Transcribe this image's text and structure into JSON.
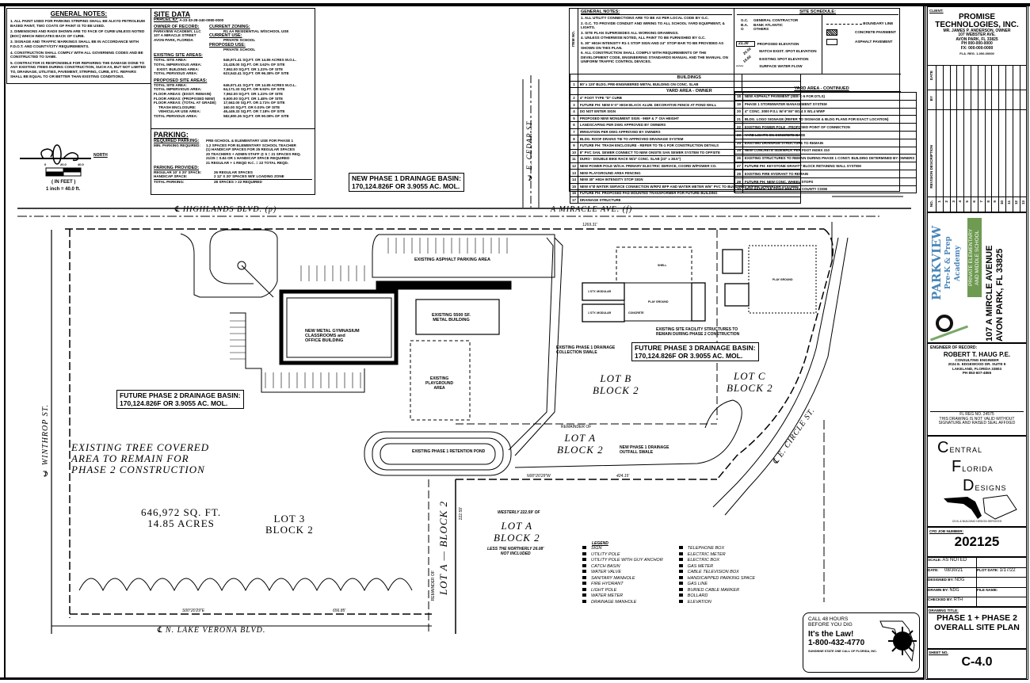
{
  "general_notes": {
    "title": "GENERAL NOTES:",
    "items": [
      "1. ALL PAINT USED FOR PARKING STRIPING SHALL BE ALKYD PETROLEUM BASED PAINT, TWO COATS OF PAINT IS TO BE USED.",
      "2. DIMENSIONS AND RADII SHOWN ARE TO FACE OF CURB UNLESS NOTED (BOC) WHICH INDICATES BACK OF CURB.",
      "3. SIGNAGE AND TRAFFIC MARKINGS SHALL BE IN ACCORDANCE WITH F.D.O.T. AND COUNTY/CITY REQUIREMENTS.",
      "4. CONSTRUCTION SHALL COMPLY WITH ALL GOVERNING CODES AND BE CONSTRUCTED TO SAME.",
      "5. CONTRACTOR IS RESPONSIBLE FOR REPAIRING THE DAMAGE DONE TO ANY EXISTING ITEMS DURING CONSTRUCTION, SUCH AS, BUT NOT LIMITED TO, DRAINAGE, UTILITIES, PAVEMENT, STRIPING, CURB, ETC. REPAIRS SHALL BE EQUAL TO OR BETTER THAN EXISTING CONDITIONS."
    ]
  },
  "site_data": {
    "title": "SITE DATA",
    "parcel_label": "PARCEL ID:",
    "parcel_id": "A-23-33-28-340-0080-0000",
    "owner_label": "OWNER OF RECORD:",
    "owner_lines": [
      "PARKVIEW ACADEMY, LLC",
      "107 A MIRACLE STREET",
      "AVON PARK, FLORIDA"
    ],
    "zoning_label": "CURRENT ZONING:",
    "zoning": "R1 AA RESIDENTIAL W/SCHOOL USE",
    "current_use_label": "CURRENT USE:",
    "current_use": "PRIVATE SCHOOL",
    "proposed_use_label": "PROPOSED USE:",
    "proposed_use": "PRIVATE SCHOOL",
    "existing_title": "EXISTING SITE AREAS:",
    "existing": [
      [
        "TOTAL SITE AREA:",
        "646,971.41 SQ.FT. OR 14.85 ACRES M.O.L."
      ],
      [
        "TOTAL IMPERVIOUS AREA:",
        "23,428.00 SQ.FT. OR 3.62% OF SITE"
      ],
      [
        "EXIST. BUILDING AREA:",
        "7,962.00 SQ.FT. OR 1.23% OF SITE"
      ],
      [
        "TOTAL PERVIOUS AREA:",
        "623,543.41 SQ.FT. OR 96.38% OF SITE"
      ]
    ],
    "proposed_title": "PROPOSED SITE AREAS:",
    "proposed": [
      [
        "TOTAL SITE AREA:",
        "646,971.41 SQ.FT. OR 14.85 ACRES M.O.L."
      ],
      [
        "TOTAL IMPERVIOUS AREA:",
        "64,171.33 SQ.FT. OR 9.92% OF SITE"
      ],
      [
        "FLOOR AREAS: (EXIST. REMAIN)",
        "7,962.00 SQ.FT. OR 1.23% OF SITE"
      ],
      [
        "FLOOR AREAS: (PROPOSED NEW)",
        "9,600.00 SQ.FT. OR 1.48% OF SITE"
      ],
      [
        "FLOOR AREAS: (TOTAL AT GRADE)",
        "17,562.00 SQ.FT. OR 2.71% OF SITE"
      ],
      [
        "TRASH ENCLOSURE:",
        "160.00 SQ.FT. OR 0.03% OF SITE"
      ],
      [
        "VEHICULAR USE AREA:",
        "46,449.33 SQ.FT. OR 7.18% OF SITE"
      ],
      [
        "TOTAL PERVIOUS AREA:",
        "582,800.26 SQ.FT. OR 90.08% OF SITE"
      ]
    ]
  },
  "parking": {
    "title": "PARKING:",
    "required_title": "REQUIRED PARKING:",
    "min_label": "MIN. PARKING REQUIRED:",
    "required_lines": [
      "PRE-SCHOOL & ELEMENTARY USE FOR PHASE 1",
      "1.2 SPACES FOR ELEMENTARY SCHOOL TEACHER",
      "(1) HANDICAP SPACES FOR 25 REGULAR SPACES",
      "20 TEACHERS + ADMIN STAFF @ 5 = 21 SPACES REQ.",
      "21/25 = 0.84 OR 1 HANDICAP SPACE REQUIRED",
      "21 REGULAR + 1 REQD H.C. = 22 TOTAL REQD."
    ],
    "provided_title": "PARKING PROVIDED:",
    "provided": [
      [
        "REGULAR 10' X 20' SPACE:",
        "26 REGULAR SPACES"
      ],
      [
        "HANDICAP SPACE:",
        "2 12' X 20' SPACES W/5' LOADING ZONE"
      ],
      [
        "TOTAL PARKING:",
        "28 SPACES > 22 REQUIRED"
      ]
    ]
  },
  "north_arrow": {
    "label": "NORTH",
    "scale_ticks": [
      "0",
      "20.0",
      "40.0"
    ],
    "units": "( IN FEET )",
    "scale": "1 inch = 40.0 ft."
  },
  "right_notes": {
    "item_no": "ITEM NO.",
    "title": "GENERAL NOTES:",
    "items": [
      "1. ALL UTILITY CONNECTIONS ARE TO BE AS PER LOCAL CODE BY G.C.",
      "2. G.C. TO PROVIDE CONDUIT AND WIRING TO ALL SCHOOL YARD EQUIPMENT, & LIGHTS.",
      "3. SITE PLAN SUPERSEDES ALL WORKING DRAWINGS.",
      "4. UNLESS OTHERWISE NOTED, ALL PAINT TO BE FURNISHED BY G.C.",
      "5. 30\" HIGH INTENSITY R1-1 STOP SIGN AND 24\" STOP BAR TO BE PROVIDED AS SHOWN ON THIS PLAN.",
      "6. ALL CONSTRUCTION SHALL COMPLY WITH REQUIREMENTS OF THE DEVELOPMENT CODE, ENGINEERING STANDARDS MANUAL AND THE MANUAL ON UNIFORM TRAFFIC CONTROL DEVICES."
    ],
    "buildings_title": "BUILDINGS",
    "buildings": [
      [
        "1",
        "80' x 120' BLDG. PRE-ENGINEERED METAL BUILDING ON CONC. SLAB"
      ]
    ],
    "yard_title": "YARD AREA - OWNER",
    "yard": [
      [
        "2",
        "4\" FOOT TYPE \"D\" CURB"
      ],
      [
        "3",
        "FUTURE PH: NEW 6'-0\" HIGH BLACK ALUM. DECORATIVE FENCE AT POND WALL"
      ],
      [
        "4",
        "DO NOT ENTER SIGN"
      ],
      [
        "5",
        "PROPOSED NEW MONUMENT SIGN - 965F & 7' O/A HEIGHT"
      ],
      [
        "6",
        "LANDSCAPING PER DWG APPROVED BY OWNERS"
      ],
      [
        "7",
        "IRRIGATION PER DWG APPROVED BY OWNERS"
      ],
      [
        "8",
        "BLDG. ROOF DRAINS TIE TO APPROVED DRAINAGE SYSTEM"
      ],
      [
        "9",
        "FUTURE PH: TRASH ENCLOSURE - REFER TO TE-1 FOR CONSTRUCTION DETAILS"
      ],
      [
        "10",
        "8\" PVC SAN. SEWER CONNECT TO NEW ONSITE SAN SEWER SYSTEM TO OFFSITE"
      ],
      [
        "11",
        "DURO - DOUBLE BIKE RACK W/4\" CONC. SLAB (23\" x 38.5\")"
      ],
      [
        "12",
        "NEW POWER POLE W/O.H. PRIMARY ELECTRIC SERVICE, COORD W/POWER CO."
      ],
      [
        "13",
        "NEW PLAYGROUND AREA FENCING"
      ],
      [
        "14",
        "NEW 30\" HIGH INTENSITY STOP SIGN"
      ],
      [
        "15",
        "NEW 6\"Ø WATER SERVICE CONNECTION W/RPZ BFP AND WATER METER W/6\" PVC TO BUILDINGS W/FIRE SPRINKLER SYSTEMS"
      ],
      [
        "16",
        "FUTURE PH: PROPOSED PAD MOUNTED TRANSFORMER FOR FUTURE BUILDING"
      ],
      [
        "17",
        "DRAINAGE STRUCTURE"
      ]
    ],
    "schedule_title": "SITE SCHEDULE:",
    "abbreviations": [
      [
        "G.C.",
        "GENERAL CONTRACTOR"
      ],
      [
        "B.A.",
        "BANK ATLANTIC"
      ],
      [
        "O",
        "OTHERS"
      ]
    ],
    "symbols": [
      [
        "21.30",
        "PROPOSED ELEVATION"
      ],
      [
        "20.50",
        "MATCH EXIST. SPOT ELEVATION"
      ],
      [
        "19.60",
        "EXISTING SPOT ELEVATION"
      ],
      [
        "",
        "SURFACE WATER FLOW"
      ]
    ],
    "lines": [
      "BOUNDARY LINE",
      "CONCRETE PAVEMENT",
      "ASPHALT PAVEMENT"
    ],
    "yard_cont_title": "YARD AREA - CONTINUED",
    "yard_cont": [
      [
        "18",
        "NEW ASPHALT PAVEMENT (SEE C-5 FOR DTLS)"
      ],
      [
        "19",
        "PHASE 1 STORMWATER MANAGEMENT SYSTEM"
      ],
      [
        "20",
        "4\" CONC. 3000 P.S.I. W/ 6\"X6\" W1.4 X W1.4 WWF"
      ],
      [
        "21",
        "BLDG. LOGO SIGNAGE (REFER TO SIGNAGE & BLDG PLANS FOR EXACT LOCATION)"
      ],
      [
        "22",
        "EXISTING POWER POLE - PROPOSED POINT OF CONNECTION"
      ],
      [
        "23",
        "YARD LIGHTS ON CONCRETE BASE"
      ],
      [
        "24",
        "EXISTING DRAINAGE STRUCTURE TO REMAIN"
      ],
      [
        "25",
        "NEW CONCRETE SIDEWALK PER FDOT INDEX 310"
      ],
      [
        "26",
        "EXISTING STRUCTURES TO REMAIN DURING PHASE 1 CONST. BUILDING DETERMINED BY OWNERS"
      ],
      [
        "27",
        "FUTURE PH: KEYSTONE GRAVITY BLOCK RETAINING WALL SYSTEM"
      ],
      [
        "28",
        "EXISTING FIRE HYDRANT TO REMAIN"
      ],
      [
        "29",
        "FUTURE PH: NEW CONC. WHEEL STOPS"
      ],
      [
        "30",
        "NEW HANDICAP SIGNS PER CITY COUNTY CODE"
      ]
    ]
  },
  "plan": {
    "streets": {
      "highlands": "℄ HIGHLANDS BLVD. (p)",
      "miracle": "A MIRACLE AVE. (f)",
      "cedar": "℄ E. CEDAR ST.",
      "winthrop": "℄ WINTHROP ST.",
      "verona": "℄ N. LAKE VERONA BLVD.",
      "circle": "℄ E. CIRCLE ST."
    },
    "callouts": {
      "phase1": [
        "NEW PHASE 1 DRAINAGE BASIN:",
        "170,124.826F OR 3.9055 AC. MOL."
      ],
      "phase2": [
        "FUTURE PHASE 2 DRAINAGE BASIN:",
        "170,124.826F OR 3.9055 AC. MOL."
      ],
      "phase3": [
        "FUTURE PHASE 3 DRAINAGE BASIN:",
        "170,124.826F OR 3.9055 AC. MOL."
      ]
    },
    "labels": {
      "gym": [
        "NEW METAL GYMNASIUM",
        "CLASSROOMS and",
        "OFFICE BUILDING"
      ],
      "metal_bldg": [
        "EXISTING 5500 SF.",
        "METAL BUILDING"
      ],
      "parking": "EXISTING ASPHALT PARKING AREA",
      "playground": [
        "EXISTING",
        "PLAYGROUND",
        "AREA"
      ],
      "structures": [
        "EXISTING SITE FACILITY STRUCTURES TO",
        "REMAIN DURING PHASE 2 CONSTRUCTION"
      ],
      "swale": [
        "EXISTING PHASE 1 DRAINAGE",
        "COLLECTION SWALE"
      ],
      "pond": "EXISTING PHASE 1 RETENTION POND",
      "outfall": [
        "NEW PHASE 1 DRAINAGE",
        "OUTFALL SWALE"
      ],
      "modular1": "1 STY. MODULAR",
      "modular2": "1 STY. MODULAR",
      "playground2": "PLAY GROUND",
      "playground3": "PLAY GROUND",
      "concrete": "CONCRETE",
      "shell": "SHELL",
      "bearing_bottom": "N00°20'29\"W",
      "dist_bottom": "424.15'",
      "bearing_verona": "S00°20'29\"E",
      "dist_verona": "656.85'",
      "dist_top": "1269.31'",
      "lot_a_westerly": "WESTERLY 222.59' OF",
      "lot_a_less": [
        "LESS THE NORTHERLY 26.08'",
        "NOT INCLUDED"
      ],
      "remainder": "REMAINDER OF",
      "dist_block": "222.59'"
    },
    "big": {
      "tree": [
        "EXISTING TREE COVERED",
        "AREA TO REMAIN FOR",
        "PHASE 2 CONSTRUCTION"
      ],
      "area": [
        "646,972 SQ. FT.",
        "14.85 ACRES"
      ],
      "lot3": [
        "LOT 3",
        "BLOCK 2"
      ],
      "lotb": [
        "LOT B",
        "BLOCK 2"
      ],
      "lotc": [
        "LOT C",
        "BLOCK 2"
      ],
      "lota_rem": [
        "LOT A",
        "BLOCK 2"
      ],
      "lota": [
        "LOT A",
        "BLOCK 2"
      ],
      "lota_vert": "LOT A — BLOCK 2"
    }
  },
  "legend": {
    "title": "LEGEND",
    "left": [
      "SIGN",
      "UTILITY POLE",
      "UTILITY POLE WITH GUY ANCHOR",
      "CATCH BASIN",
      "WATER VALVE",
      "SANITARY MANHOLE",
      "FIRE HYDRANT",
      "LIGHT POLE",
      "WATER METER",
      "DRAINAGE MANHOLE"
    ],
    "right": [
      "TELEPHONE BOX",
      "ELECTRIC METER",
      "ELECTRIC BOX",
      "GAS METER",
      "CABLE TELEVISION BOX",
      "HANDICAPPED PARKING SPACE",
      "GAS LINE",
      "BURIED CABLE MARKER",
      "BOLLARD",
      "ELEVATION"
    ]
  },
  "call_box": {
    "line1": "CALL 48 HOURS",
    "line2": "BEFORE YOU DIG",
    "law": "It's the Law!",
    "phone": "1-800-432-4770",
    "footer": "SUNSHINE STATE ONE CALL OF FLORIDA, INC."
  },
  "title_block": {
    "client_label": "CLIENT:",
    "client_name": [
      "PROMISE",
      "TECHNOLOGIES, INC."
    ],
    "client_lines": [
      "MR. JAMES P. ANDERSON, OWNER",
      "107 WEBSTER AVE.",
      "AVON PARK, FL 33825",
      "PH 000-000-0000",
      "FX: 000-000-0000",
      "FLA. REG. 1-000-00000"
    ],
    "rev_headers": [
      "NO.",
      "REVISION DESCRIPTION",
      "BY",
      "DATE"
    ],
    "rev_numbers": [
      "1",
      "2",
      "3",
      "4",
      "5",
      "6",
      "7",
      "8",
      "9",
      "10",
      "11",
      "12",
      "13"
    ],
    "logo_text": [
      "PARKVIEW",
      "Pre-K & Prep",
      "Academy"
    ],
    "logo_sub": [
      "PRIVATE ELEMENTARY",
      "AND MIDDLE SCHOOL"
    ],
    "address": [
      "107 A MIRCLE AVENUE",
      "AVON PARK, FL 33825"
    ],
    "engineer_label": "ENGINEER OF RECORD:",
    "engineer_name": "ROBERT T. HAUG P.E.",
    "engineer_lines": [
      "CONSULTING ENGINEER",
      "2024 E. EDGEWOOD DR. SUITE 9",
      "LAKELAND, FLORIDA 33803",
      "PH 863-607-4865"
    ],
    "reg": [
      "FL REG NO. 24575",
      "THIS DRAWING IS NOT VALID WITHOUT",
      "SIGNATURE AND RAISED SEAL AFFIXED"
    ],
    "cfd": [
      "C",
      "ENTRAL",
      "F",
      "LORIDA",
      "D",
      "ESIGNS"
    ],
    "cfd_small": [
      "CIVIL & BUILDING DESIGN SERVICES"
    ],
    "job_label": "CFD JOB NUMBER:",
    "job": "202125",
    "scale_label": "SCALE:",
    "scale": "AS NOTED",
    "date_label": "DATE:",
    "date": "08/30/21",
    "plot_label": "PLOT DATE:",
    "plot": "1/17/22",
    "designed_label": "DESIGNED BY:",
    "designed": "NDG",
    "drawn_label": "DRAWN BY:",
    "drawn": "NDG",
    "file_label": "FILE NAME:",
    "checked_label": "CHECKED BY:",
    "checked": "RTH",
    "title_label": "DRAWING TITLE:",
    "title": [
      "PHASE 1 + PHASE 2",
      "OVERALL SITE PLAN"
    ],
    "sheet_label": "SHEET NO.",
    "sheet": "C-4.0"
  }
}
